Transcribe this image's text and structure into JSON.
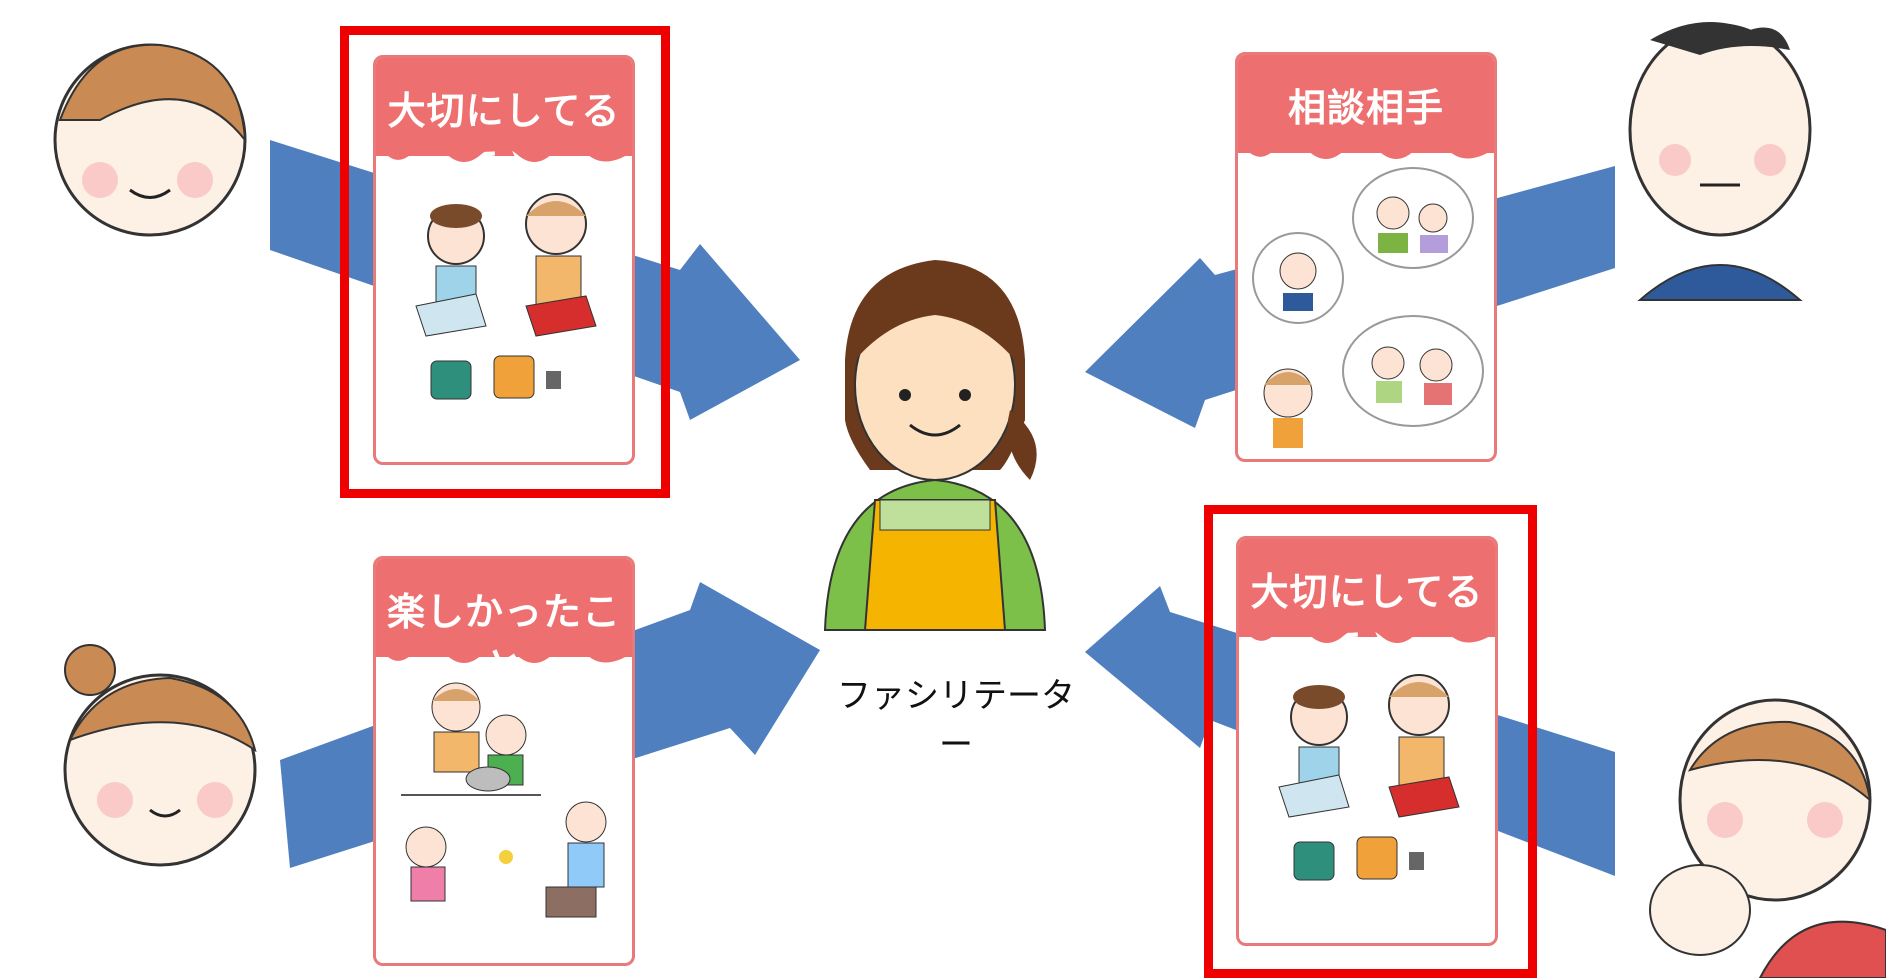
{
  "colors": {
    "arrow": "#4f7fbf",
    "card_header": "#ee6f6f",
    "card_border": "#e87a7a",
    "highlight": "#ee0000"
  },
  "center": {
    "label": "ファシリテーター"
  },
  "cards": [
    {
      "title": "大切にしてること",
      "highlighted": true
    },
    {
      "title": "相談相手",
      "highlighted": false
    },
    {
      "title": "楽しかったこと",
      "highlighted": false
    },
    {
      "title": "大切にしてること",
      "highlighted": true
    }
  ],
  "people": [
    "woman-left-top",
    "man-right-top",
    "woman-left-bottom",
    "mother-with-baby-right-bottom"
  ]
}
